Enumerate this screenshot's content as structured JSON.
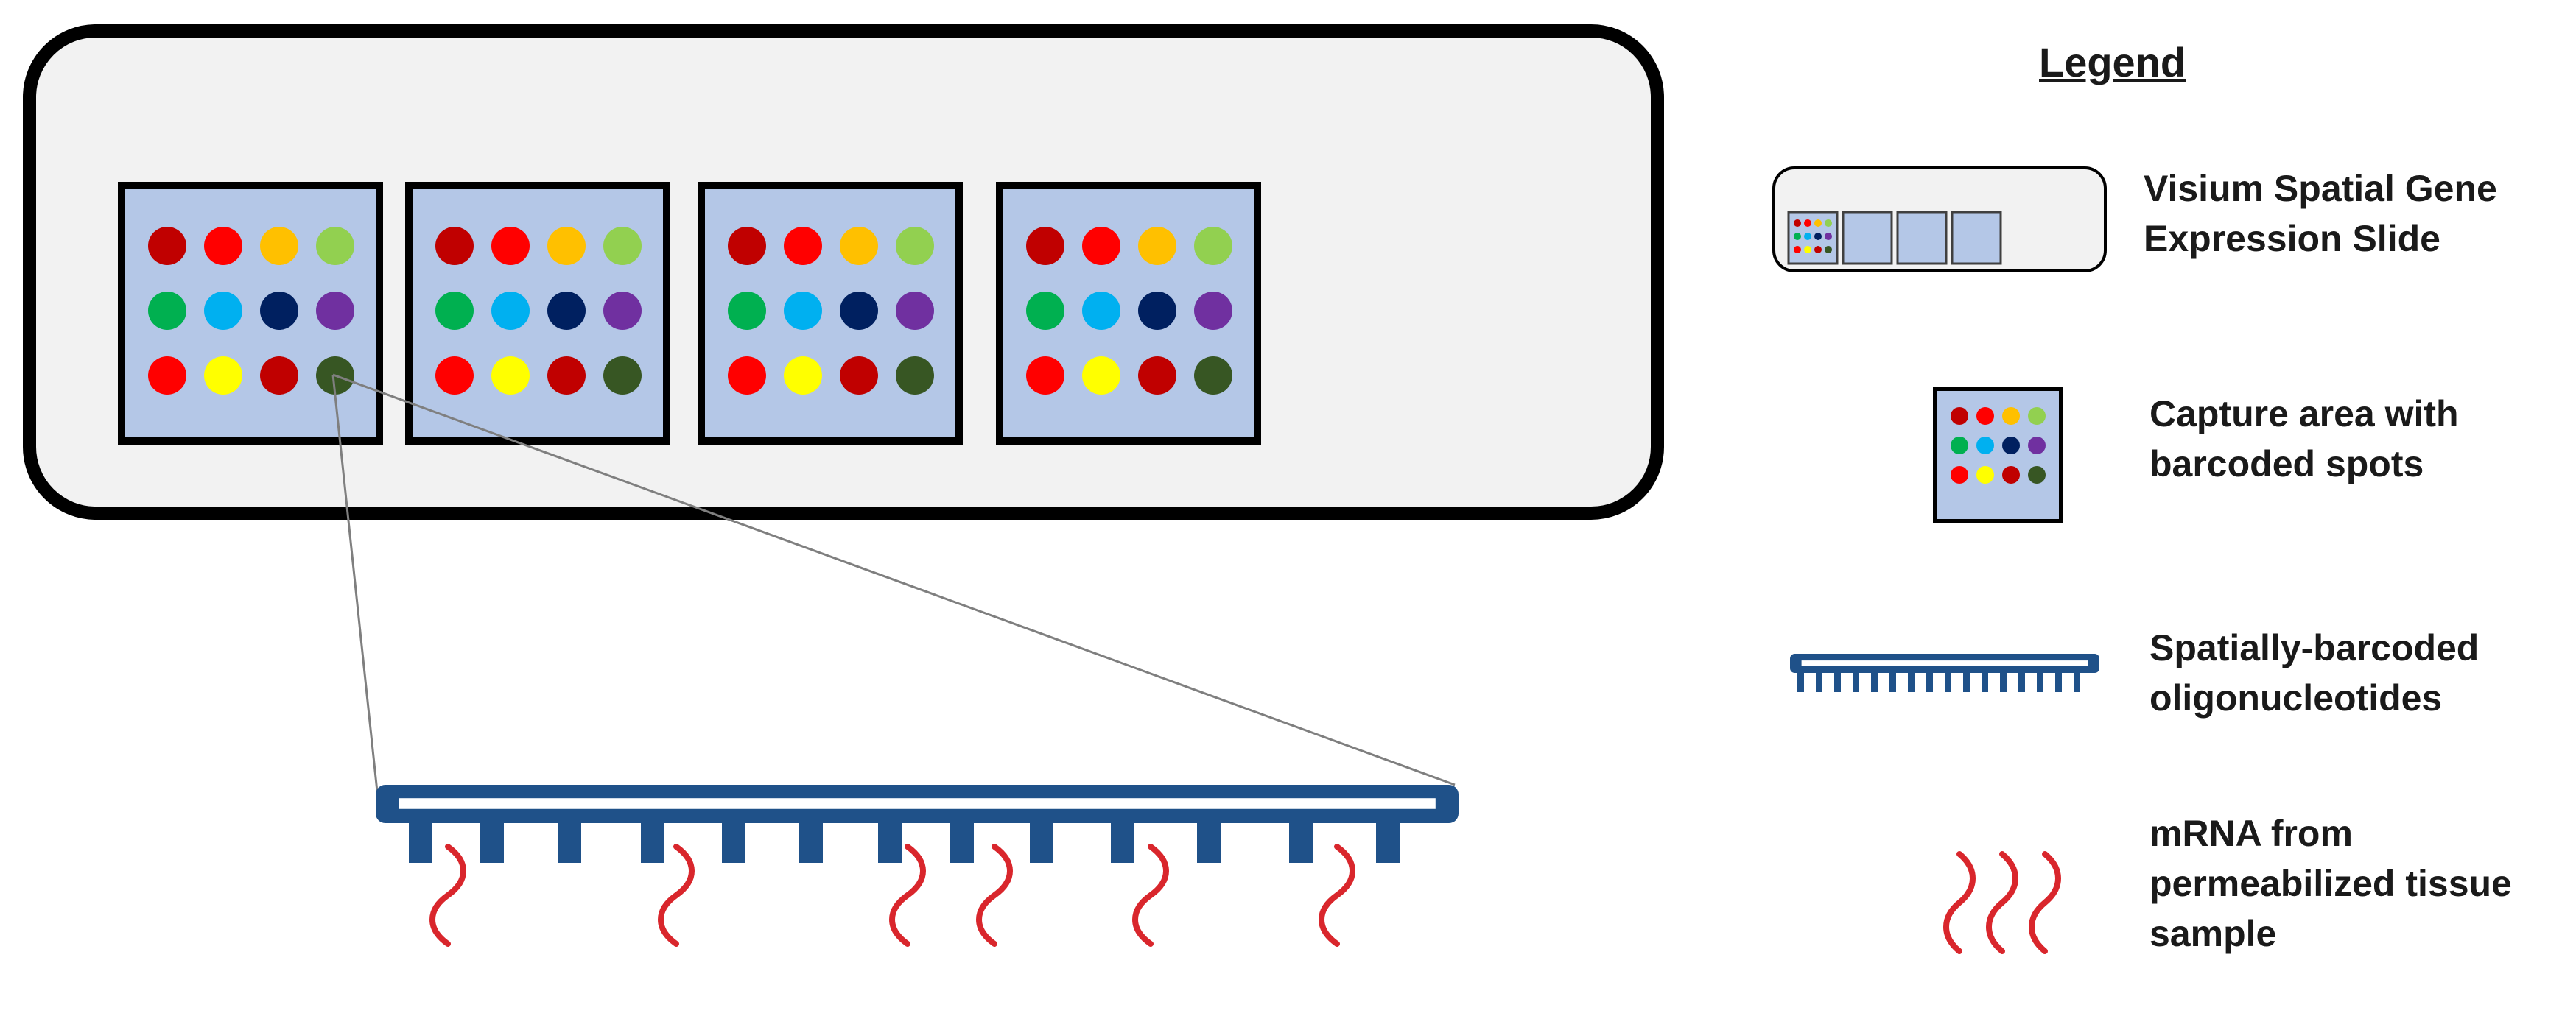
{
  "legend": {
    "title": "Legend",
    "items": [
      {
        "icon": "slide-icon",
        "lines": [
          "Visium Spatial Gene",
          "Expression Slide"
        ]
      },
      {
        "icon": "capture-area-icon",
        "lines": [
          "Capture area with",
          "barcoded spots"
        ]
      },
      {
        "icon": "oligonucleotide-comb-icon",
        "lines": [
          "Spatially-barcoded",
          "oligonucleotides"
        ]
      },
      {
        "icon": "mrna-wave-icon",
        "lines": [
          "mRNA from",
          "permeabilized tissue",
          "sample"
        ]
      }
    ]
  },
  "colors": {
    "slide_fill": "#f2f2f2",
    "slide_border": "#000000",
    "capture_area_fill": "#b4c7e7",
    "oligo_blue": "#1f5189",
    "mrna_red": "#d9262c",
    "zoom_line": "#7f7f7f"
  },
  "spot_colors": [
    [
      "#c00000",
      "#ff0000",
      "#ffc000",
      "#92d050"
    ],
    [
      "#00b050",
      "#00b0f0",
      "#002060",
      "#7030a0"
    ],
    [
      "#ff0000",
      "#ffff00",
      "#c00000",
      "#375623"
    ]
  ],
  "capture_area_count": 4
}
